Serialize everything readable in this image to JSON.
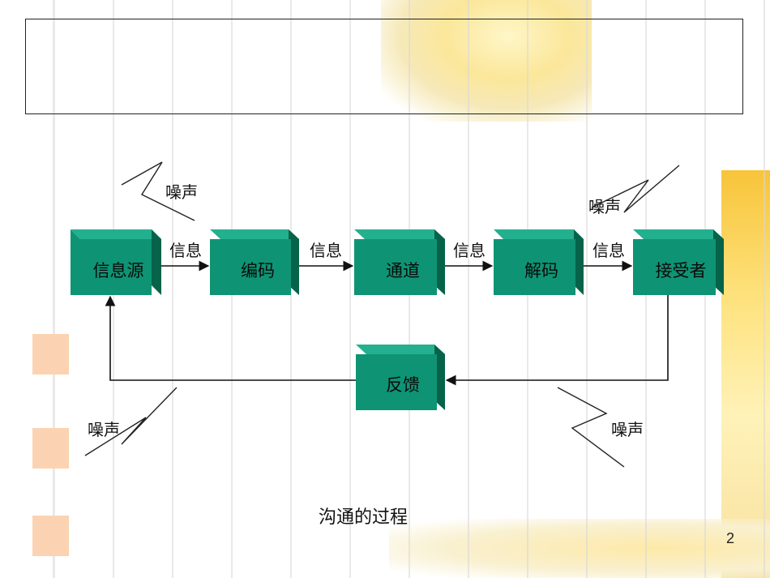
{
  "boxes": {
    "source": "信息源",
    "encode": "编码",
    "channel": "通道",
    "decode": "解码",
    "receiver": "接受者",
    "feedback": "反馈"
  },
  "arrow_labels": [
    "信息",
    "信息",
    "信息",
    "信息"
  ],
  "noise_label": "噪声",
  "caption": "沟通的过程",
  "page_number": "2",
  "colors": {
    "box_front": "#0e9474",
    "box_top": "#23b08f",
    "box_side": "#066349"
  }
}
